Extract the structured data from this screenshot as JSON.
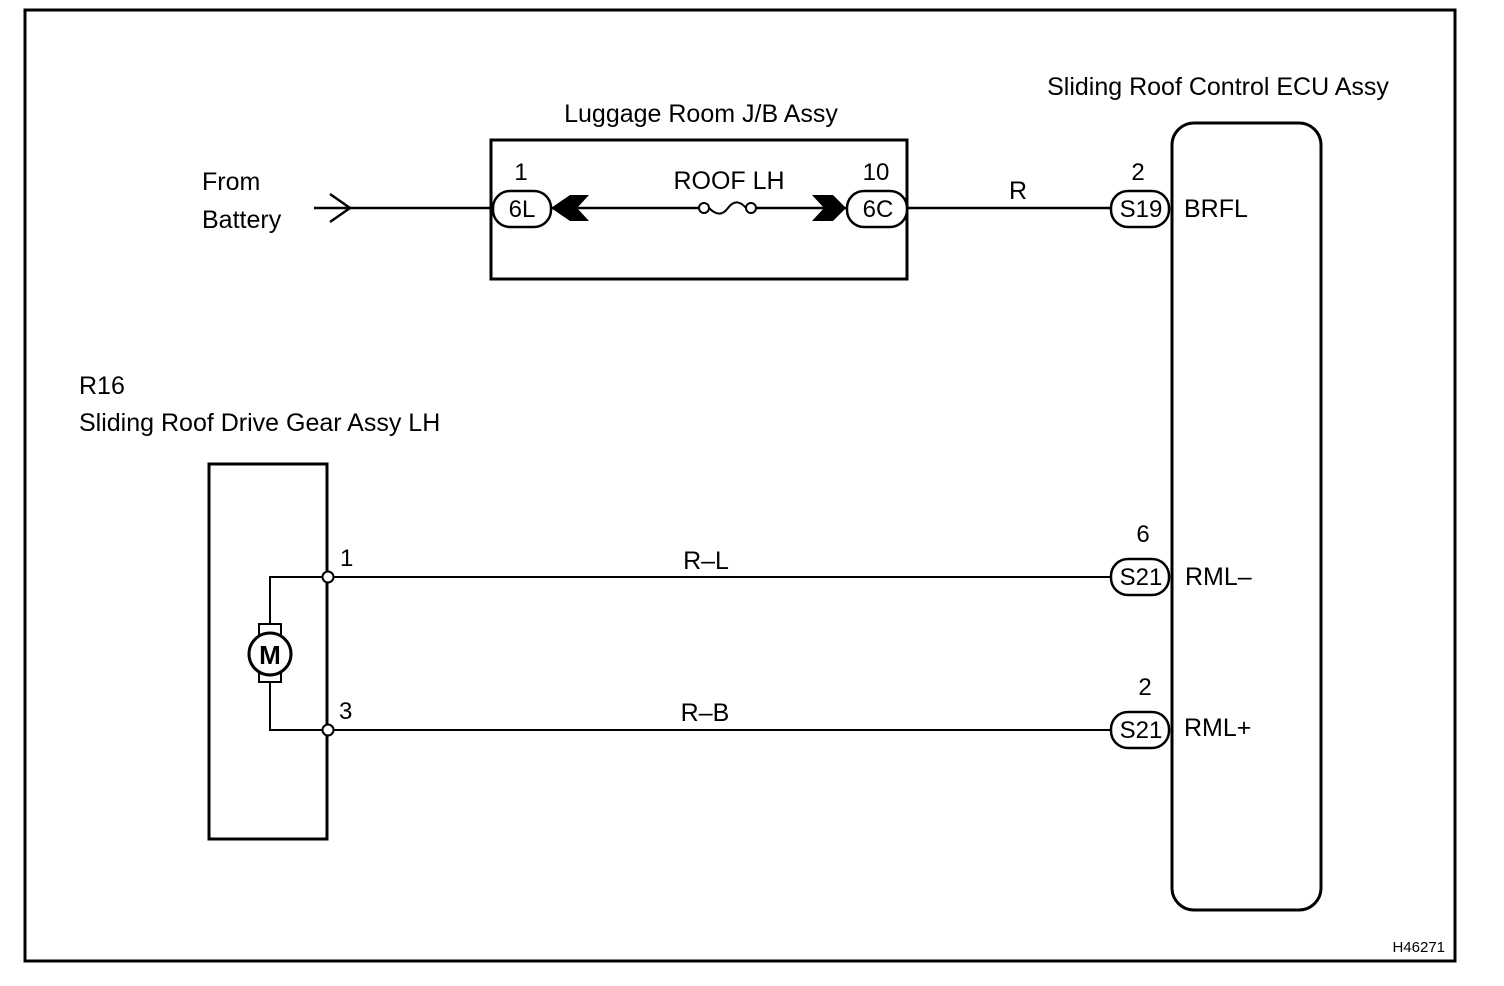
{
  "components": {
    "ecu": {
      "title": "Sliding Roof Control ECU Assy"
    },
    "jb": {
      "title": "Luggage Room J/B Assy",
      "fuse": "ROOF LH"
    },
    "motor": {
      "code": "R16",
      "title": "Sliding Roof Drive Gear Assy LH",
      "symbol": "M"
    },
    "source": {
      "line1": "From",
      "line2": "Battery"
    }
  },
  "jb_connectors": {
    "left": {
      "pin": "1",
      "code": "6L"
    },
    "right": {
      "pin": "10",
      "code": "6C"
    }
  },
  "ecu_terminals": [
    {
      "pin": "2",
      "connector": "S19",
      "name": "BRFL"
    },
    {
      "pin": "6",
      "connector": "S21",
      "name": "RML–"
    },
    {
      "pin": "2",
      "connector": "S21",
      "name": "RML+"
    }
  ],
  "motor_pins": [
    "1",
    "3"
  ],
  "wires": [
    "R",
    "R–L",
    "R–B"
  ],
  "figure_id": "H46271"
}
